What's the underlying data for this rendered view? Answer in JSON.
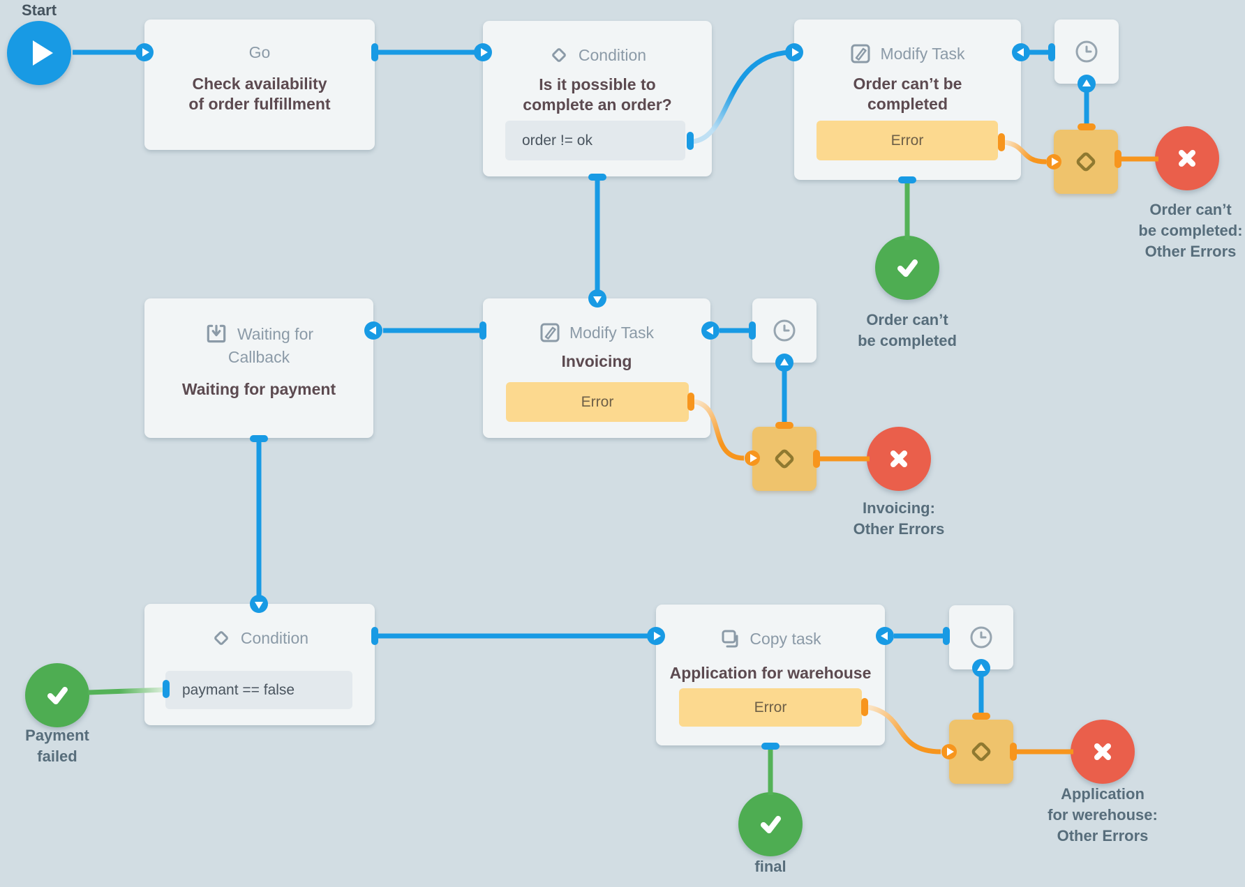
{
  "colors": {
    "background": "#d2dde3",
    "blue": "#189ae4",
    "orange": "#f7951d",
    "green": "#4ead52",
    "red": "#ea5f4b",
    "yellow_badge": "#fcd98f",
    "node_bg": "#f2f5f6",
    "diamond_bg": "#efc36c"
  },
  "start": {
    "label": "Start"
  },
  "nodes": {
    "go": {
      "type": "Go",
      "title1": "Check availability",
      "title2": "of order fulfillment"
    },
    "condition1": {
      "type": "Condition",
      "title1": "Is it possible to",
      "title2": "complete an order?",
      "expression": "order != ok"
    },
    "modify1": {
      "type": "Modify Task",
      "title1": "Order can’t be",
      "title2": "completed",
      "error": "Error"
    },
    "waiting": {
      "type1": "Waiting for",
      "type2": "Callback",
      "title": "Waiting for payment"
    },
    "invoicing": {
      "type": "Modify Task",
      "title": "Invoicing",
      "error": "Error"
    },
    "condition2": {
      "type": "Condition",
      "expression": "paymant == false"
    },
    "copytask": {
      "type": "Copy task",
      "title": "Application for warehouse",
      "error": "Error"
    }
  },
  "terminals": {
    "order_cant_be_completed_success": {
      "line1": "Order can’t",
      "line2": "be completed"
    },
    "order_cant_be_completed_errors": {
      "line1": "Order can’t",
      "line2": "be completed:",
      "line3": "Other Errors"
    },
    "invoicing_errors": {
      "line1": "Invoicing:",
      "line2": "Other Errors"
    },
    "payment_failed": {
      "line1": "Payment",
      "line2": "failed"
    },
    "final": {
      "label": "final"
    },
    "application_errors": {
      "line1": "Application",
      "line2": "for werehouse:",
      "line3": "Other Errors"
    }
  }
}
